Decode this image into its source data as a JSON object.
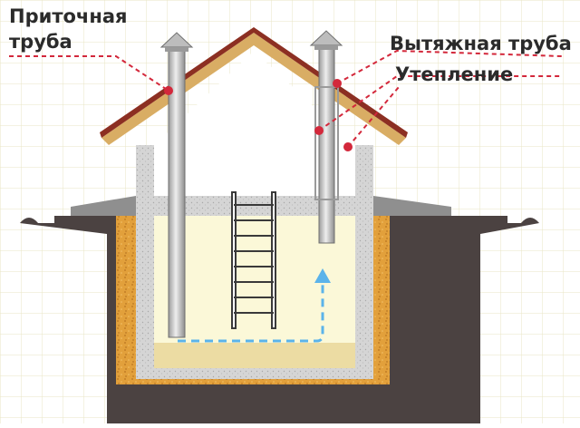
{
  "labels": {
    "supply_pipe_line1": "Приточная",
    "supply_pipe_line2": "труба",
    "exhaust_pipe": "Вытяжная труба",
    "insulation": "Утепление"
  },
  "colors": {
    "grid_line": "#e9e6c4",
    "soil": "#4b4241",
    "insulation_fill": "#e2a03b",
    "wall_concrete": "#d5d5d5",
    "cellar_air": "#fbf8d8",
    "cellar_floor": "#ecdca3",
    "roof": "#8c2f22",
    "roof_underside": "#d9ad64",
    "pipe": "#c8c8c8",
    "leader_line": "#d3283b",
    "airflow_arrow": "#5bb3ea",
    "text": "#2b2b2b"
  }
}
